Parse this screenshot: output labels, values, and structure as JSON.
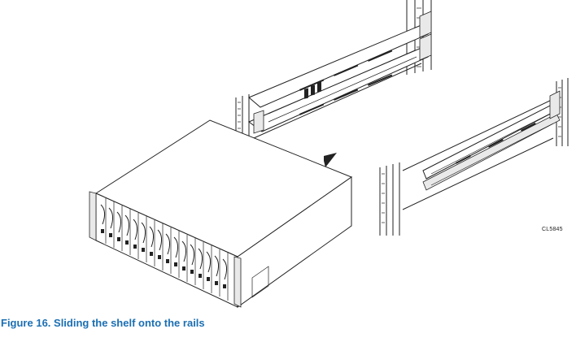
{
  "figure": {
    "caption": "Figure 16. Sliding the shelf onto the rails",
    "caption_color": "#1b6fb3",
    "illustration_code": "CL5845"
  },
  "illustration": {
    "parts": [
      "rack-rails-upper",
      "rack-rails-lower",
      "storage-shelf",
      "direction-arrow"
    ]
  }
}
